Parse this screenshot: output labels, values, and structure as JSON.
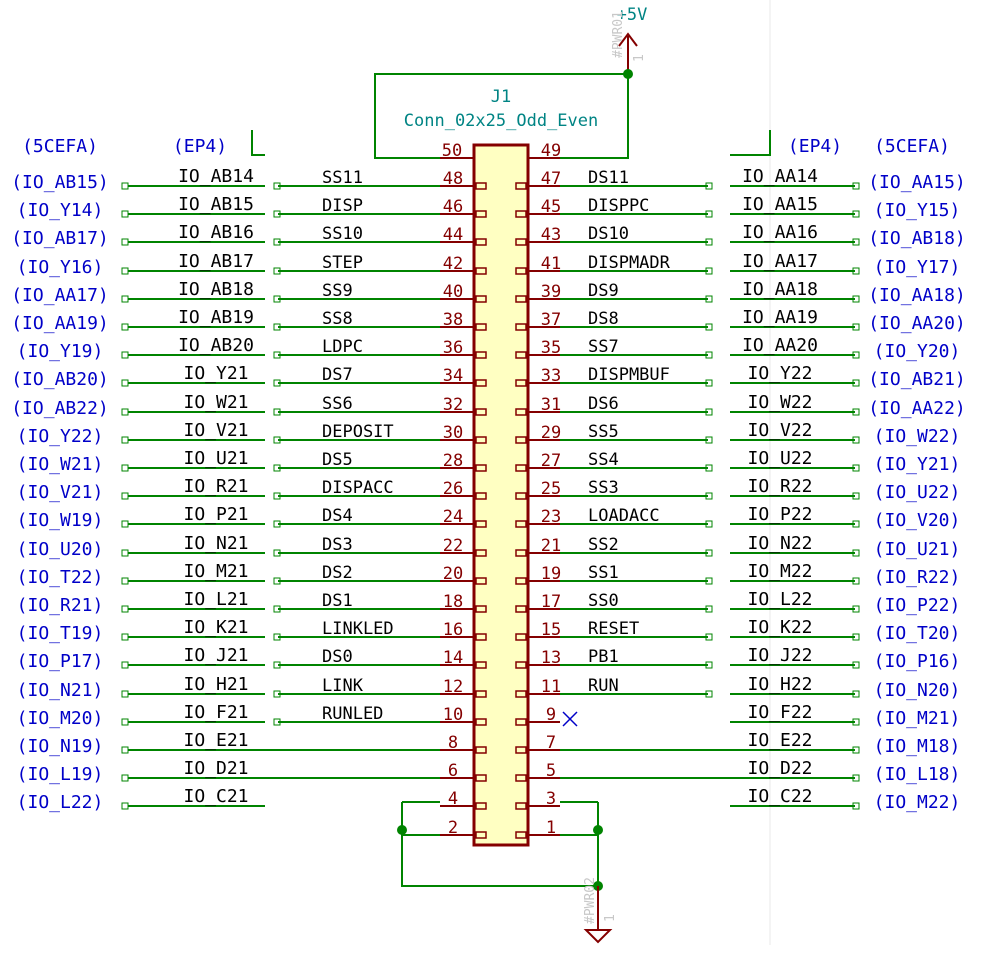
{
  "power": {
    "label": "+5V",
    "ref": "#PWR01",
    "ref_suffix": "1"
  },
  "ground": {
    "ref": "#PWR02",
    "ref_suffix": "1"
  },
  "connector": {
    "ref": "J1",
    "value": "Conn_02x25_Odd_Even"
  },
  "headers": {
    "left_outer": "(5CEFA)",
    "left_inner": "(EP4)",
    "right_inner": "(EP4)",
    "right_outer": "(5CEFA)"
  },
  "colors": {
    "wire": "#008400",
    "pin": "#840000",
    "label": "#000000",
    "hier": "#0000c8",
    "body_fill": "#ffffc2",
    "power": "#008484"
  },
  "rows": [
    {
      "ll": "(IO_AB15)",
      "lg": "IO_AB14",
      "ln": "SS11",
      "lp": "48",
      "rp": "47",
      "rn": "DS11",
      "rg": "IO_AA14",
      "rl": "(IO_AA15)"
    },
    {
      "ll": "(IO_Y14)",
      "lg": "IO_AB15",
      "ln": "DISP",
      "lp": "46",
      "rp": "45",
      "rn": "DISPPC",
      "rg": "IO_AA15",
      "rl": "(IO_Y15)"
    },
    {
      "ll": "(IO_AB17)",
      "lg": "IO_AB16",
      "ln": "SS10",
      "lp": "44",
      "rp": "43",
      "rn": "DS10",
      "rg": "IO_AA16",
      "rl": "(IO_AB18)"
    },
    {
      "ll": "(IO_Y16)",
      "lg": "IO_AB17",
      "ln": "STEP",
      "lp": "42",
      "rp": "41",
      "rn": "DISPMADR",
      "rg": "IO_AA17",
      "rl": "(IO_Y17)"
    },
    {
      "ll": "(IO_AA17)",
      "lg": "IO_AB18",
      "ln": "SS9",
      "lp": "40",
      "rp": "39",
      "rn": "DS9",
      "rg": "IO_AA18",
      "rl": "(IO_AA18)"
    },
    {
      "ll": "(IO_AA19)",
      "lg": "IO_AB19",
      "ln": "SS8",
      "lp": "38",
      "rp": "37",
      "rn": "DS8",
      "rg": "IO_AA19",
      "rl": "(IO_AA20)"
    },
    {
      "ll": "(IO_Y19)",
      "lg": "IO_AB20",
      "ln": "LDPC",
      "lp": "36",
      "rp": "35",
      "rn": "SS7",
      "rg": "IO_AA20",
      "rl": "(IO_Y20)"
    },
    {
      "ll": "(IO_AB20)",
      "lg": "IO_Y21",
      "ln": "DS7",
      "lp": "34",
      "rp": "33",
      "rn": "DISPMBUF",
      "rg": "IO_Y22",
      "rl": "(IO_AB21)"
    },
    {
      "ll": "(IO_AB22)",
      "lg": "IO_W21",
      "ln": "SS6",
      "lp": "32",
      "rp": "31",
      "rn": "DS6",
      "rg": "IO_W22",
      "rl": "(IO_AA22)"
    },
    {
      "ll": "(IO_Y22)",
      "lg": "IO_V21",
      "ln": "DEPOSIT",
      "lp": "30",
      "rp": "29",
      "rn": "SS5",
      "rg": "IO_V22",
      "rl": "(IO_W22)"
    },
    {
      "ll": "(IO_W21)",
      "lg": "IO_U21",
      "ln": "DS5",
      "lp": "28",
      "rp": "27",
      "rn": "SS4",
      "rg": "IO_U22",
      "rl": "(IO_Y21)"
    },
    {
      "ll": "(IO_V21)",
      "lg": "IO_R21",
      "ln": "DISPACC",
      "lp": "26",
      "rp": "25",
      "rn": "SS3",
      "rg": "IO_R22",
      "rl": "(IO_U22)"
    },
    {
      "ll": "(IO_W19)",
      "lg": "IO_P21",
      "ln": "DS4",
      "lp": "24",
      "rp": "23",
      "rn": "LOADACC",
      "rg": "IO_P22",
      "rl": "(IO_V20)"
    },
    {
      "ll": "(IO_U20)",
      "lg": "IO_N21",
      "ln": "DS3",
      "lp": "22",
      "rp": "21",
      "rn": "SS2",
      "rg": "IO_N22",
      "rl": "(IO_U21)"
    },
    {
      "ll": "(IO_T22)",
      "lg": "IO_M21",
      "ln": "DS2",
      "lp": "20",
      "rp": "19",
      "rn": "SS1",
      "rg": "IO_M22",
      "rl": "(IO_R22)"
    },
    {
      "ll": "(IO_R21)",
      "lg": "IO_L21",
      "ln": "DS1",
      "lp": "18",
      "rp": "17",
      "rn": "SS0",
      "rg": "IO_L22",
      "rl": "(IO_P22)"
    },
    {
      "ll": "(IO_T19)",
      "lg": "IO_K21",
      "ln": "LINKLED",
      "lp": "16",
      "rp": "15",
      "rn": "RESET",
      "rg": "IO_K22",
      "rl": "(IO_T20)"
    },
    {
      "ll": "(IO_P17)",
      "lg": "IO_J21",
      "ln": "DS0",
      "lp": "14",
      "rp": "13",
      "rn": "PB1",
      "rg": "IO_J22",
      "rl": "(IO_P16)"
    },
    {
      "ll": "(IO_N21)",
      "lg": "IO_H21",
      "ln": "LINK",
      "lp": "12",
      "rp": "11",
      "rn": "RUN",
      "rg": "IO_H22",
      "rl": "(IO_N20)"
    },
    {
      "ll": "(IO_M20)",
      "lg": "IO_F21",
      "ln": "RUNLED",
      "lp": "10",
      "rp": "9",
      "rn": "",
      "rg": "IO_F22",
      "rl": "(IO_M21)"
    },
    {
      "ll": "(IO_N19)",
      "lg": "IO_E21",
      "ln": "",
      "lp": "8",
      "rp": "7",
      "rn": "",
      "rg": "IO_E22",
      "rl": "(IO_M18)"
    },
    {
      "ll": "(IO_L19)",
      "lg": "IO_D21",
      "ln": "",
      "lp": "6",
      "rp": "5",
      "rn": "",
      "rg": "IO_D22",
      "rl": "(IO_L18)"
    },
    {
      "ll": "(IO_L22)",
      "lg": "IO_C21",
      "ln": "",
      "lp": "4",
      "rp": "3",
      "rn": "",
      "rg": "IO_C22",
      "rl": "(IO_M22)"
    },
    {
      "ll": "",
      "lg": "",
      "ln": "",
      "lp": "2",
      "rp": "1",
      "rn": "",
      "rg": "",
      "rl": ""
    }
  ],
  "top_pins": {
    "left": "50",
    "right": "49"
  }
}
